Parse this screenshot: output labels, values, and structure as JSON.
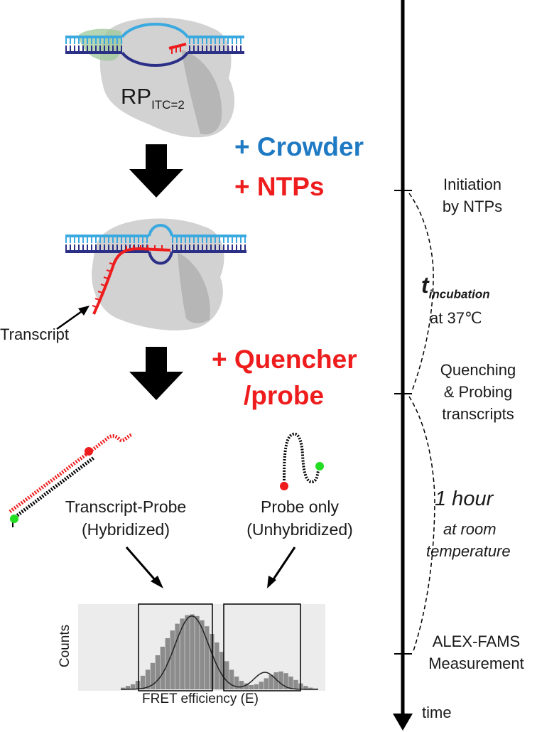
{
  "complex_label": {
    "main": "RP",
    "sub": "ITC=2"
  },
  "steps": {
    "crowder": "+ Crowder",
    "ntps": "+ NTPs",
    "quencher_line1": "+ Quencher",
    "quencher_line2": "/probe"
  },
  "transcript_label": "Transcript",
  "probe_states": {
    "hybridized_line1": "Transcript-Probe",
    "hybridized_line2": "(Hybridized)",
    "unhybridized_line1": "Probe only",
    "unhybridized_line2": "(Unhybridized)"
  },
  "histogram": {
    "xlabel": "FRET efficiency (E)",
    "ylabel": "Counts",
    "bars": [
      2,
      4,
      6,
      10,
      16,
      23,
      31,
      40,
      50,
      60,
      69,
      77,
      83,
      87,
      88,
      86,
      81,
      74,
      65,
      55,
      44,
      33,
      23,
      15,
      10,
      7,
      5,
      6,
      9,
      13,
      17,
      20,
      21,
      19,
      15,
      11,
      7,
      4,
      2,
      1
    ],
    "fit_peaks": [
      {
        "center": 0.36,
        "amplitude": 86,
        "width": 0.085
      },
      {
        "center": 0.73,
        "amplitude": 20,
        "width": 0.055
      }
    ]
  },
  "timeline": {
    "axis_label": "time",
    "events": {
      "initiation_line1": "Initiation",
      "initiation_line2": "by NTPs",
      "t_main": "t",
      "t_sub": "incubation",
      "t_temp": "at 37℃",
      "quench_line1": "Quenching",
      "quench_line2": "& Probing",
      "quench_line3": "transcripts",
      "hour_line1": "1 hour",
      "hour_line2": "at room",
      "hour_line3": "temperature",
      "measure_line1": "ALEX-FAMS",
      "measure_line2": "Measurement"
    }
  },
  "colors": {
    "dna_light": "#3aa9e0",
    "dna_dark": "#2b2f86",
    "rna": "#ee1c1c",
    "crowder_blue": "#1f7ac4",
    "donor_green": "#22dd22",
    "acceptor_red": "#ee1c1c",
    "polymerase_gray": "#cfcfcf"
  }
}
